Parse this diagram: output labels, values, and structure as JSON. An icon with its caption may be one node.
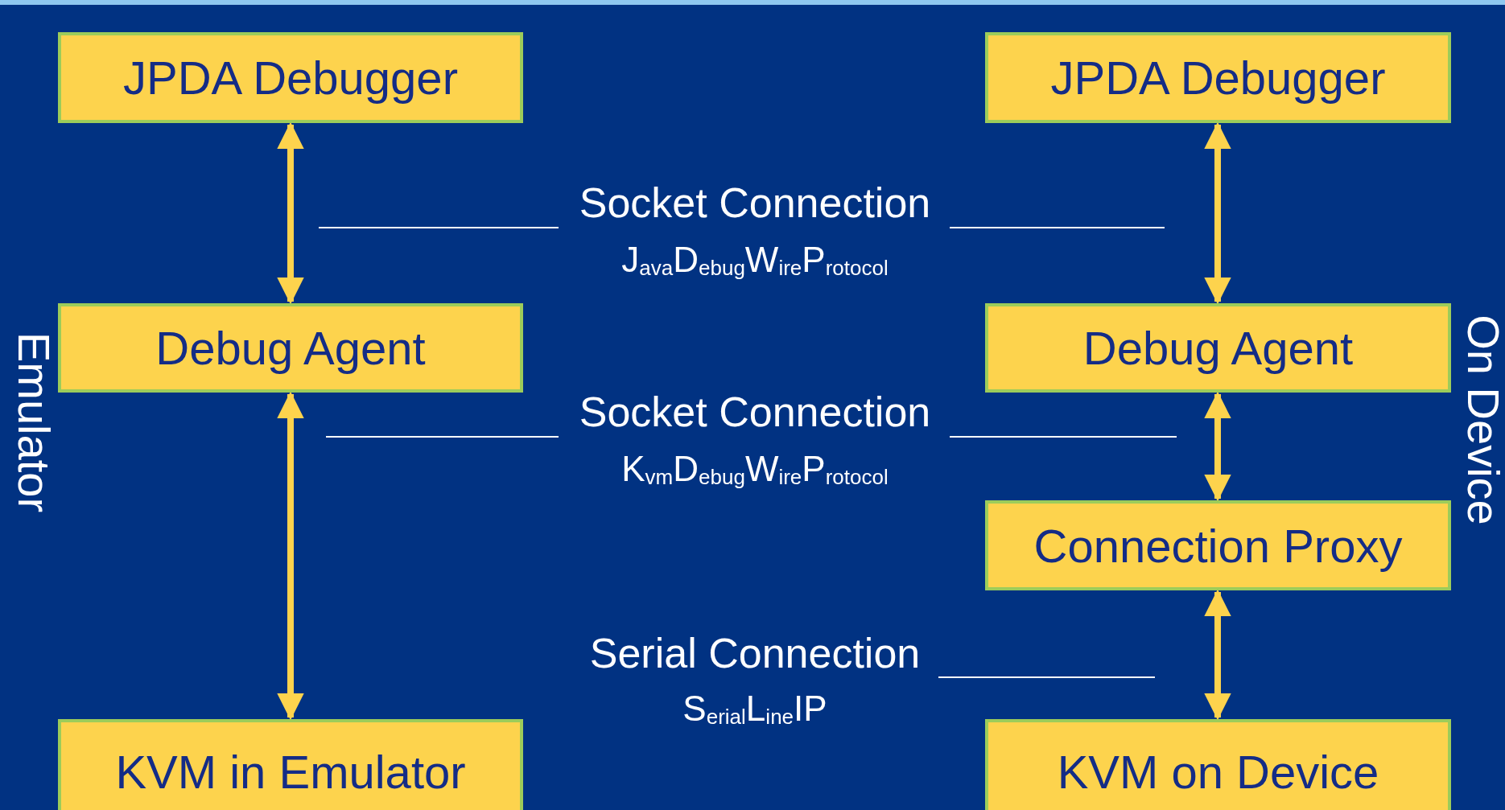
{
  "diagram": {
    "nodes": [
      {
        "text": [
          "JPDA Debugger"
        ]
      },
      {
        "text": [
          "JPDA Debugger"
        ]
      },
      {
        "text": [
          "Debug Agent"
        ]
      },
      {
        "text": [
          "Debug Agent"
        ]
      },
      {
        "text": [
          "Connection Proxy"
        ]
      },
      {
        "text": [
          "KVM in Emulator"
        ]
      },
      {
        "text": [
          "KVM on Device"
        ]
      }
    ],
    "edges": [
      {
        "from": 0,
        "to": 2,
        "arrow": "both"
      },
      {
        "from": 1,
        "to": 3,
        "arrow": "both"
      },
      {
        "from": 2,
        "to": 5,
        "arrow": "both"
      },
      {
        "from": 3,
        "to": 4,
        "arrow": "both"
      },
      {
        "from": 4,
        "to": 6,
        "arrow": "both"
      }
    ],
    "labels": [
      "Socket Connection",
      "J$_{ava}$D$_{ebug}$W$_{ire}$P$_{rotocol}$",
      "Emulator",
      "On Device",
      "Socket Connection",
      "K$_{vm}$D$_{ebug}$W$_{ire}$P$_{rotocol}$",
      "Serial Connection",
      "S$_{erial}$L$_{ine}$IP"
    ]
  }
}
